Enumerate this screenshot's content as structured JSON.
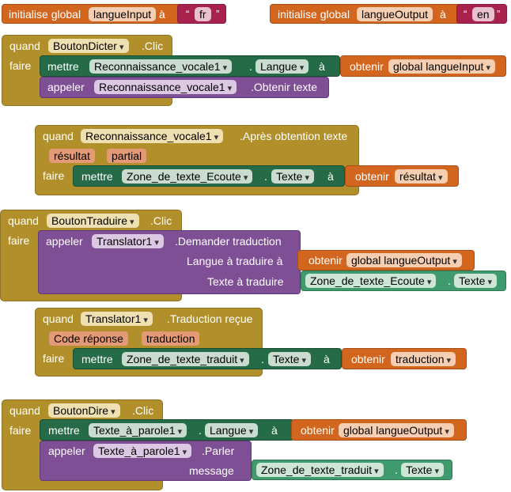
{
  "init1": {
    "keyword": "initialise global",
    "name": "langueInput",
    "to": "à",
    "q1": "“",
    "value": "fr",
    "q2": "”"
  },
  "init2": {
    "keyword": "initialise global",
    "name": "langueOutput",
    "to": "à",
    "q1": "“",
    "value": "en",
    "q2": "”"
  },
  "b1": {
    "when": "quand",
    "component": "BoutonDicter",
    "event": ".Clic",
    "do": "faire",
    "set_kw": "mettre",
    "set_comp": "Reconnaissance_vocale1",
    "dot": ".",
    "set_prop": "Langue",
    "to": "à",
    "get_kw": "obtenir",
    "get_var": "global langueInput",
    "call_kw": "appeler",
    "call_comp": "Reconnaissance_vocale1",
    "call_method": ".Obtenir texte"
  },
  "b2": {
    "when": "quand",
    "component": "Reconnaissance_vocale1",
    "event": ".Après obtention texte",
    "param1": "résultat",
    "param2": "partial",
    "do": "faire",
    "set_kw": "mettre",
    "set_comp": "Zone_de_texte_Ecoute",
    "dot": ".",
    "set_prop": "Texte",
    "to": "à",
    "get_kw": "obtenir",
    "get_var": "résultat"
  },
  "b3": {
    "when": "quand",
    "component": "BoutonTraduire",
    "event": ".Clic",
    "do": "faire",
    "call_kw": "appeler",
    "call_comp": "Translator1",
    "call_method": ".Demander traduction",
    "arg1": "Langue à traduire à",
    "get_kw": "obtenir",
    "get_var": "global langueOutput",
    "arg2": "Texte à traduire",
    "comp": "Zone_de_texte_Ecoute",
    "dot": ".",
    "prop": "Texte"
  },
  "b4": {
    "when": "quand",
    "component": "Translator1",
    "event": ".Traduction reçue",
    "param1": "Code réponse",
    "param2": "traduction",
    "do": "faire",
    "set_kw": "mettre",
    "set_comp": "Zone_de_texte_traduit",
    "dot": ".",
    "set_prop": "Texte",
    "to": "à",
    "get_kw": "obtenir",
    "get_var": "traduction"
  },
  "b5": {
    "when": "quand",
    "component": "BoutonDire",
    "event": ".Clic",
    "do": "faire",
    "set_kw": "mettre",
    "set_comp": "Texte_à_parole1",
    "dot": ".",
    "set_prop": "Langue",
    "to": "à",
    "get_kw": "obtenir",
    "get_var": "global langueOutput",
    "call_kw": "appeler",
    "call_comp": "Texte_à_parole1",
    "call_method": ".Parler",
    "arg1": "message",
    "comp": "Zone_de_texte_traduit",
    "prop": "Texte"
  }
}
